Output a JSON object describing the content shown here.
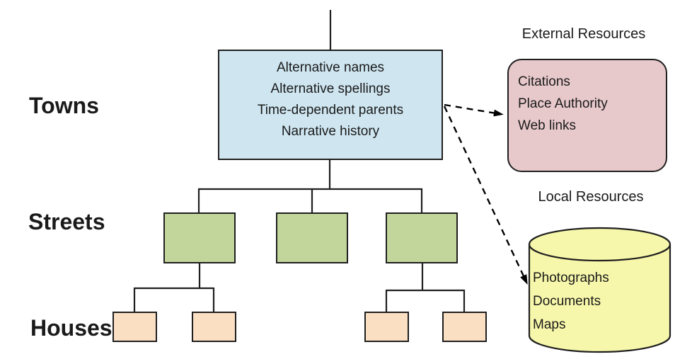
{
  "diagram": {
    "hierarchy_labels": [
      {
        "label": "Towns"
      },
      {
        "label": "Streets"
      },
      {
        "label": "Houses"
      }
    ],
    "towns_box": {
      "lines": [
        "Alternative names",
        "Alternative spellings",
        "Time-dependent parents",
        "Narrative history"
      ]
    },
    "external_resources": {
      "title": "External Resources",
      "items": [
        "Citations",
        "Place Authority",
        "Web links"
      ]
    },
    "local_resources": {
      "title": "Local Resources",
      "items": [
        "Photographs",
        "Documents",
        "Maps"
      ]
    },
    "colors": {
      "towns_box_fill": "#cfe6f1",
      "streets_box_fill": "#c2d69b",
      "houses_box_fill": "#fbdfc3",
      "external_box_fill": "#e8c9cb",
      "cylinder_fill": "#f7f7ab",
      "line_color": "#1f1f1f",
      "text_color": "#1a1a1a"
    }
  }
}
